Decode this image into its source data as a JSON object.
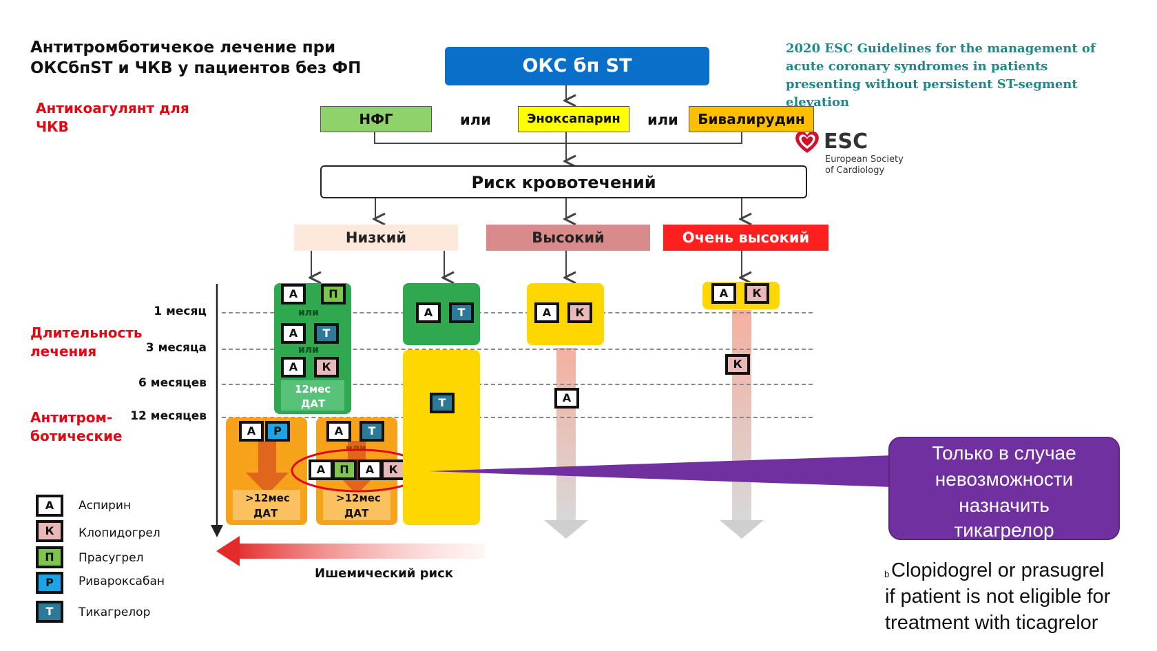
{
  "title_lines": [
    "Антитромботичекое лечение при",
    "ОКСбпST и ЧКВ у пациентов без ФП"
  ],
  "guideline_lines": [
    "2020 ESC Guidelines for the management of",
    "acute coronary syndromes in patients",
    "presenting without persistent ST-segment",
    "elevation"
  ],
  "esc": {
    "abbr": "ESC",
    "line1": "European Society",
    "line2": "of Cardiology"
  },
  "anticoag_label_lines": [
    "Антикоагулянт для",
    "ЧКВ"
  ],
  "duration_label_lines": [
    "Длительность",
    "лечения"
  ],
  "antithrombotic_label_lines": [
    "Антитром-",
    "ботические"
  ],
  "top_box": "ОКС бп ST",
  "anticoagulants": [
    "НФГ",
    "Эноксапарин",
    "Бивалирудин"
  ],
  "or_word": "или",
  "bleeding_risk": "Риск кровотечений",
  "risk_levels": [
    "Низкий",
    "Высокий",
    "Очень высокий"
  ],
  "periods": [
    "1 месяц",
    "3 месяца",
    "6 месяцев",
    "12 месяцев"
  ],
  "drug_letters": {
    "aspirin": "А",
    "clopidogrel": "К",
    "prasugrel": "П",
    "rivaroxaban": "Р",
    "ticagrelor": "Т"
  },
  "dat_12": [
    "12мес",
    "ДАТ"
  ],
  "dat_gt12": [
    ">12мес",
    "ДАТ"
  ],
  "ischemic_risk": "Ишемический риск",
  "callout_lines": [
    "Только в случае",
    "невозможности",
    "назначить",
    "тикагрелор"
  ],
  "footnote_mark": "b",
  "footnote_lines": [
    "Clopidogrel or prasugrel",
    "if patient is not eligible for",
    "treatment with ticagrelor"
  ],
  "legend": [
    {
      "letter": "А",
      "name": "Аспирин",
      "color": "#ffffff"
    },
    {
      "letter": "К",
      "name": "Клопидогрел",
      "color": "#e9b8b8"
    },
    {
      "letter": "П",
      "name": "Прасугрел",
      "color": "#7dc451"
    },
    {
      "letter": "Р",
      "name": "Ривароксабан",
      "color": "#1aa5e6"
    },
    {
      "letter": "Т",
      "name": "Тикагрелор",
      "color": "#2c7a97"
    }
  ],
  "colors": {
    "top_box": "#0a6fc9",
    "nfg": "#8fd16a",
    "enox": "#ffff00",
    "bival": "#ffbf00",
    "low": "#fde9dc",
    "high": "#d98b8c",
    "very_high": "#ff1f1f",
    "green_block": "#2fa84f",
    "yellow_block": "#ffd700",
    "orange_block": "#f7a21b",
    "callout": "#7030a0",
    "accent_red": "#e30613",
    "guideline_teal": "#1b8a8a"
  }
}
